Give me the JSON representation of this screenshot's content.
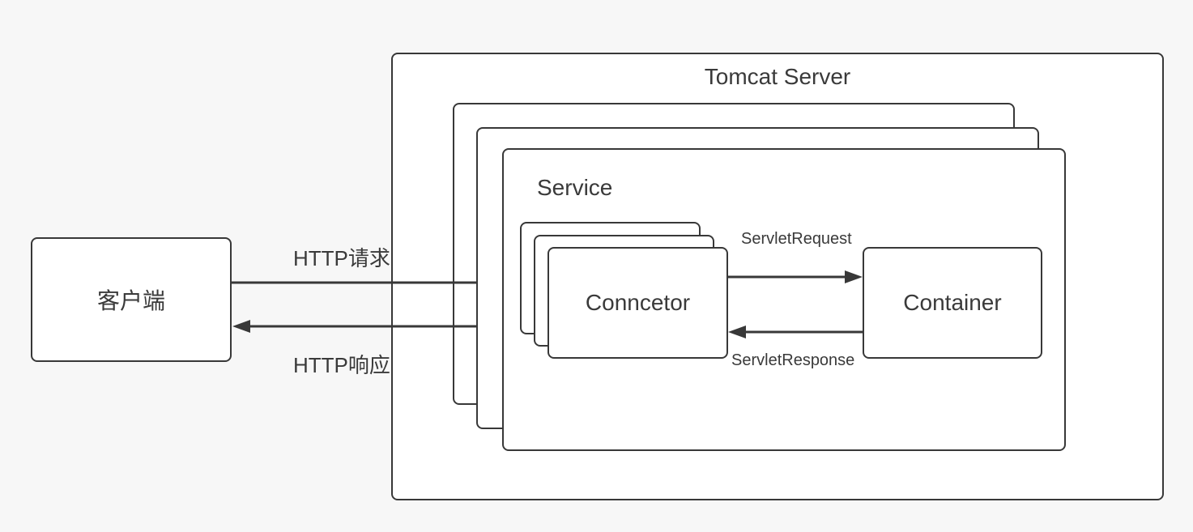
{
  "colors": {
    "background": "#f7f7f7",
    "stroke": "#383838",
    "box_fill": "#ffffff",
    "text": "#3a3a3a"
  },
  "client_box": {
    "label": "客户端"
  },
  "tomcat_box": {
    "title": "Tomcat Server"
  },
  "service_box": {
    "label": "Service"
  },
  "connector_box": {
    "label": "Conncetor"
  },
  "container_box": {
    "label": "Container"
  },
  "flows": {
    "http_request": {
      "label": "HTTP请求"
    },
    "http_response": {
      "label": "HTTP响应"
    },
    "servlet_request": {
      "label": "ServletRequest"
    },
    "servlet_response": {
      "label": "ServletResponse"
    }
  }
}
